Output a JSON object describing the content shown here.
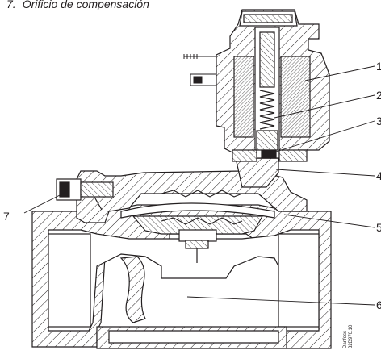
{
  "caption": {
    "number": "7.",
    "text": "Orificio de compensación"
  },
  "callouts": [
    {
      "label": "1"
    },
    {
      "label": "2"
    },
    {
      "label": "3"
    },
    {
      "label": "4"
    },
    {
      "label": "5"
    },
    {
      "label": "6"
    },
    {
      "label": "7"
    }
  ],
  "credit": {
    "line1": "Danfoss",
    "line2": "32D970.10"
  },
  "colors": {
    "line": "#231f20",
    "background": "#ffffff"
  }
}
